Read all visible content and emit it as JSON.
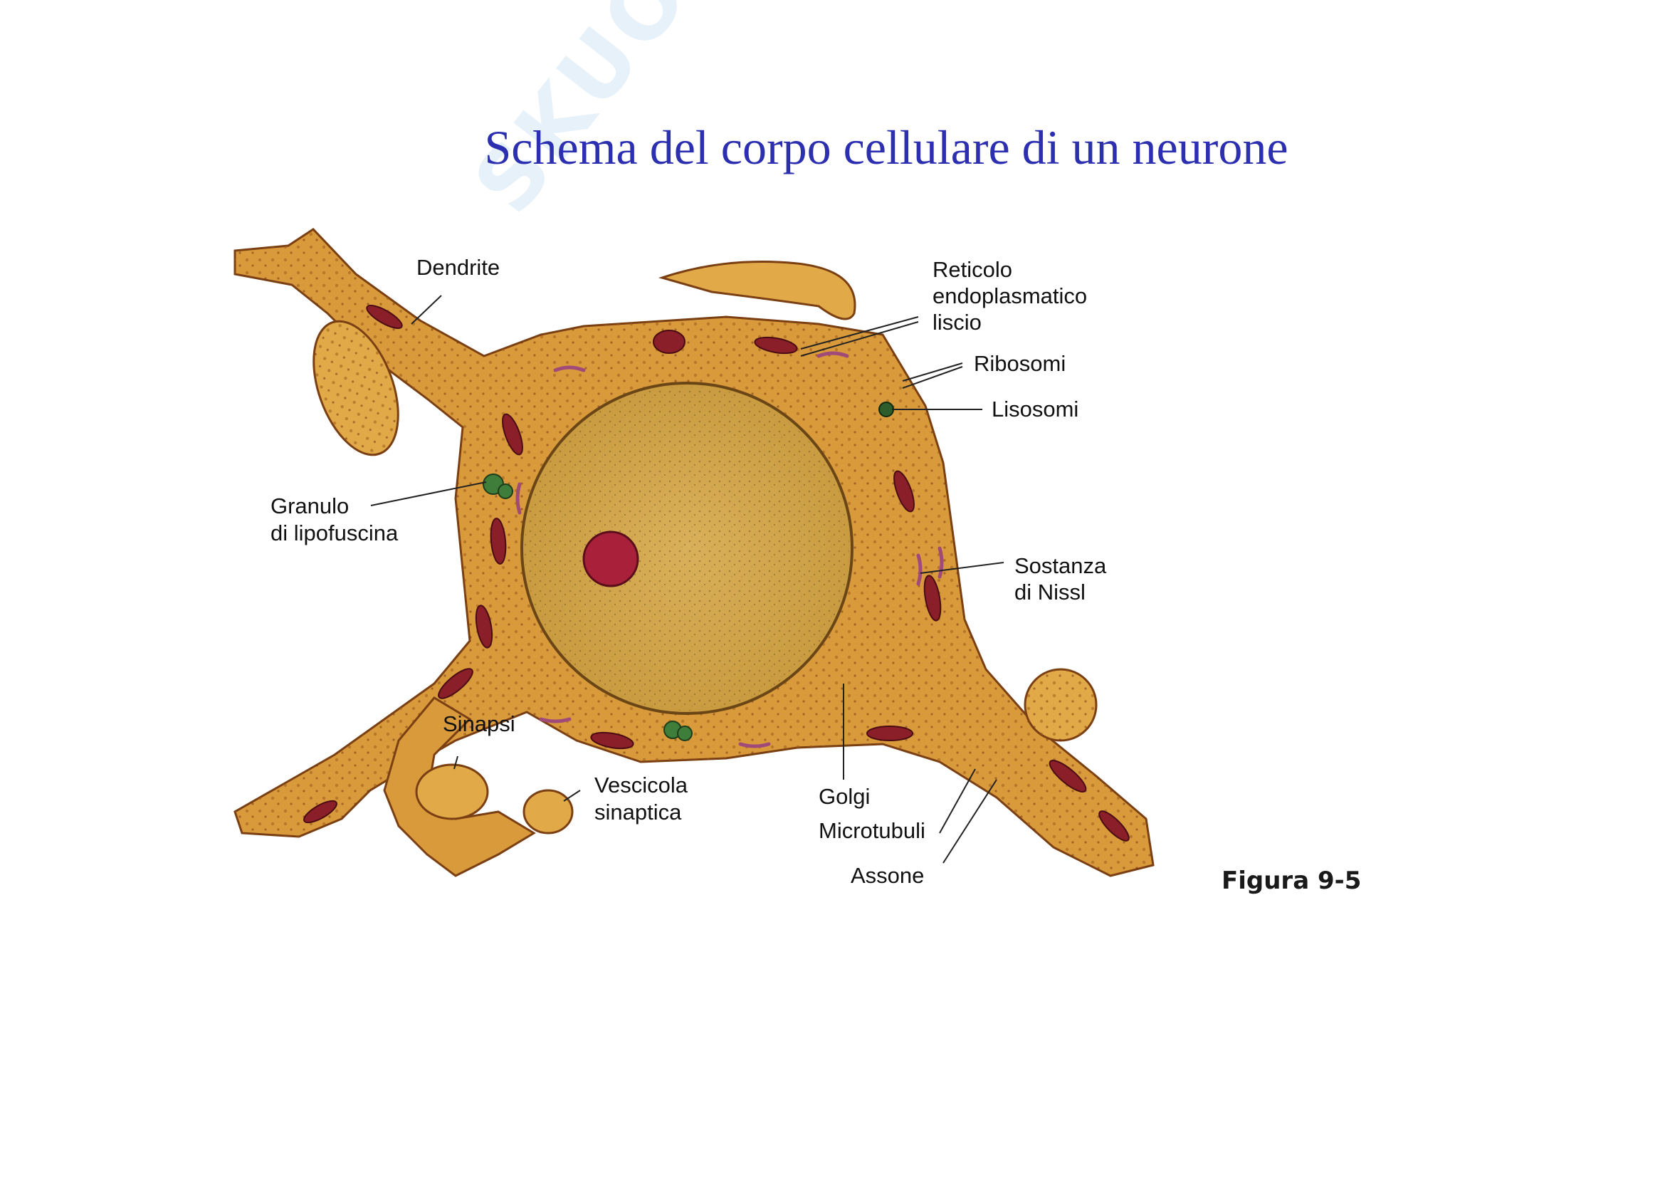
{
  "title": "Schema del corpo cellulare di un neurone",
  "watermark_text": "SKUOLA.net",
  "figure_caption": "Figura 9-5",
  "labels": {
    "dendrite": "Dendrite",
    "reticolo_1": "Reticolo",
    "reticolo_2": "endoplasmatico",
    "reticolo_3": "liscio",
    "ribosomi": "Ribosomi",
    "lisosomi": "Lisosomi",
    "granulo_1": "Granulo",
    "granulo_2": "di lipofuscina",
    "sostanza_1": "Sostanza",
    "sostanza_2": "di Nissl",
    "sinapsi": "Sinapsi",
    "vescicola_1": "Vescicola",
    "vescicola_2": "sinaptica",
    "golgi": "Golgi",
    "microtubuli": "Microtubuli",
    "assone": "Assone"
  },
  "colors": {
    "title": "#2b2fb0",
    "cytoplasm": "#d99a3c",
    "nucleus": "#d4a64a",
    "nucleolus": "#a8203a",
    "mitochondria": "#8a1f2a",
    "nissl": "#a04a7a",
    "lipofuscin": "#3e7d3a"
  }
}
